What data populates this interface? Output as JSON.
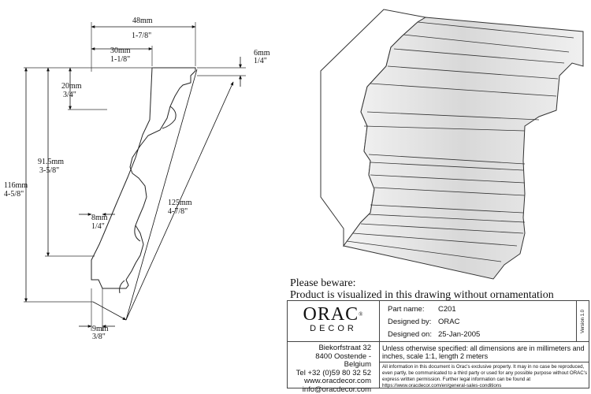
{
  "dimensions": {
    "width_total": {
      "mm": "48mm",
      "inch": "1-7/8\""
    },
    "width_inner": {
      "mm": "30mm",
      "inch": "1-1/8\""
    },
    "top_step": {
      "mm": "6mm",
      "inch": "1/4\""
    },
    "upper_drop": {
      "mm": "20mm",
      "inch": "3/4\""
    },
    "height_total": {
      "mm": "116mm",
      "inch": "4-5/8\""
    },
    "height_inner": {
      "mm": "91.5mm",
      "inch": "3-5/8\""
    },
    "diagonal": {
      "mm": "125mm",
      "inch": "4-7/8\""
    },
    "wall_step": {
      "mm": "8mm",
      "inch": "1/4\""
    },
    "bottom_step": {
      "mm": "9mm",
      "inch": "3/8\""
    }
  },
  "notice": {
    "line1": "Please beware:",
    "line2": "Product is visualized in this drawing without ornamentation"
  },
  "titleblock": {
    "logo_main": "ORAC",
    "logo_reg": "®",
    "logo_sub": "DECOR",
    "address": [
      "Biekorfstraat 32",
      "8400 Oostende - Belgium",
      "Tel  +32 (0)59 80 32 52",
      "www.oracdecor.com",
      "info@oracdecor.com"
    ],
    "part_label": "Part name:",
    "part_value": "C201",
    "designer_label": "Designed by:",
    "designer_value": "ORAC",
    "date_label": "Designed on:",
    "date_value": "25-Jan-2005",
    "version": "Version 1.0",
    "spec": "Unless otherwise specified: all dimensions are in millimeters and inches, scale 1:1, length 2 meters",
    "legal": "All information in this document is Orac's exclusive property.  It may in no case be reproduced, even partly, be communicated to a third party or used for any possible purpose without ORAC's express written permission. Further legal information can be found at https://www.oracdecor.com/en/general-sales-conditions"
  }
}
